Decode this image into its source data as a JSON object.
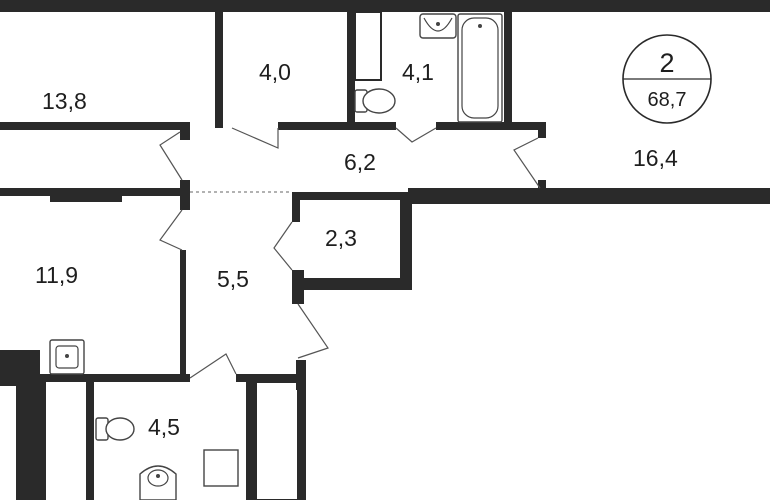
{
  "rooms": {
    "r1": {
      "area": "13,8"
    },
    "r2": {
      "area": "4,0"
    },
    "r3": {
      "area": "4,1"
    },
    "r4": {
      "area": "16,4"
    },
    "r5": {
      "area": "6,2"
    },
    "r6": {
      "area": "2,3"
    },
    "r7": {
      "area": "11,9"
    },
    "r8": {
      "area": "5,5"
    },
    "r9": {
      "area": "4,5"
    }
  },
  "badge": {
    "room_count": "2",
    "total_area": "68,7"
  }
}
